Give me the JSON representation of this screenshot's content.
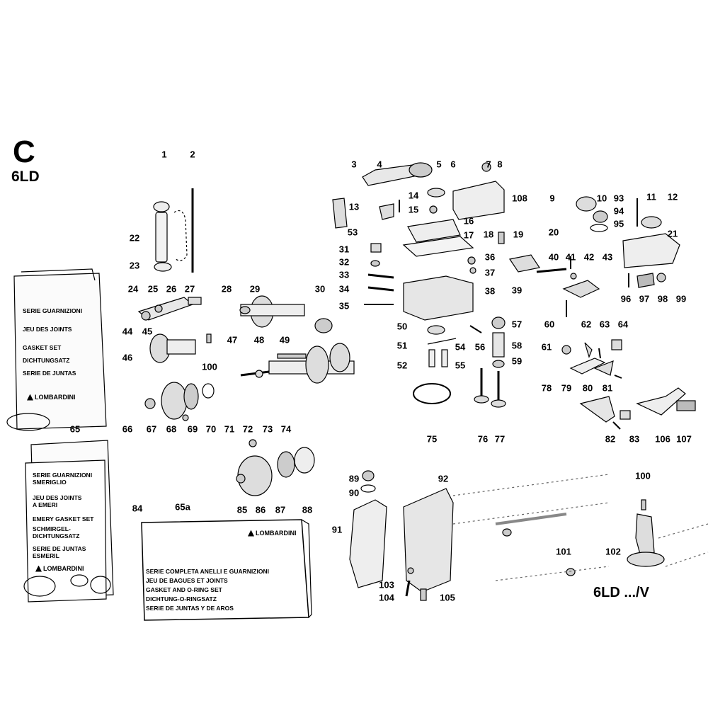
{
  "header": {
    "letter": "C",
    "model": "6LD"
  },
  "variant_label": "6LD .../V",
  "kits": {
    "k65": {
      "lines": [
        "SERIE GUARNIZIONI",
        "JEU DES JOINTS",
        "GASKET SET",
        "DICHTUNGSATZ",
        "SERIE DE JUNTAS"
      ],
      "brand": "LOMBARDINI"
    },
    "k84": {
      "lines": [
        "SERIE GUARNIZIONI",
        "SMERIGLIO",
        "JEU DES JOINTS",
        "A EMERI",
        "EMERY GASKET SET",
        "SCHMIRGEL-",
        "DICHTUNGSATZ",
        "SERIE DE JUNTAS",
        "ESMERIL"
      ],
      "brand": "LOMBARDINI"
    },
    "k65a": {
      "lines": [
        "SERIE COMPLETA ANELLI E GUARNIZIONI",
        "JEU DE BAGUES ET JOINTS",
        "GASKET AND O-RING SET",
        "DICHTUNG-O-RINGSATZ",
        "SERIE DE JUNTAS Y DE AROS"
      ],
      "brand": "LOMBARDINI"
    }
  },
  "callouts": [
    "1",
    "2",
    "3",
    "4",
    "5",
    "6",
    "7",
    "8",
    "9",
    "10",
    "11",
    "12",
    "13",
    "14",
    "15",
    "16",
    "17",
    "18",
    "19",
    "20",
    "21",
    "22",
    "23",
    "24",
    "25",
    "26",
    "27",
    "28",
    "29",
    "30",
    "31",
    "32",
    "33",
    "34",
    "35",
    "36",
    "37",
    "38",
    "39",
    "40",
    "41",
    "42",
    "43",
    "44",
    "45",
    "46",
    "47",
    "48",
    "49",
    "50",
    "51",
    "52",
    "53",
    "54",
    "55",
    "56",
    "57",
    "58",
    "59",
    "60",
    "61",
    "62",
    "63",
    "64",
    "65",
    "65a",
    "66",
    "67",
    "68",
    "69",
    "70",
    "71",
    "72",
    "73",
    "74",
    "75",
    "76",
    "77",
    "78",
    "79",
    "80",
    "81",
    "82",
    "83",
    "84",
    "85",
    "86",
    "87",
    "88",
    "89",
    "90",
    "91",
    "92",
    "93",
    "94",
    "95",
    "96",
    "97",
    "98",
    "99",
    "100",
    "100",
    "101",
    "102",
    "103",
    "104",
    "105",
    "106",
    "107",
    "108"
  ]
}
